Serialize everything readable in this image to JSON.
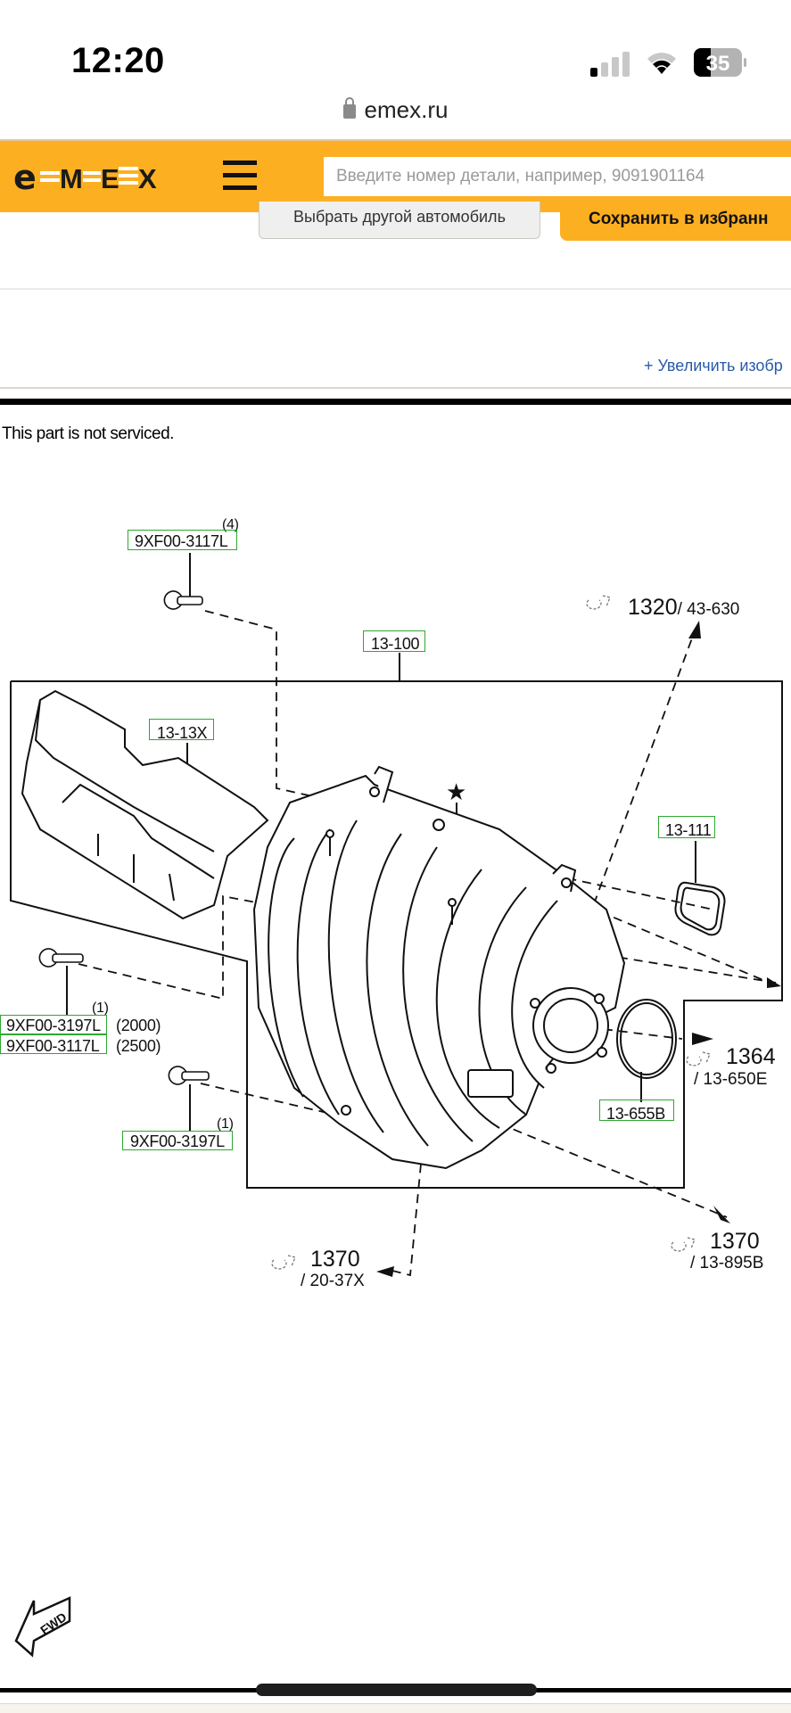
{
  "status_bar": {
    "time": "12:20",
    "signal_icon": "cellular-signal-icon",
    "signal_bars_active": 1,
    "signal_bars_total": 4,
    "wifi_icon": "wifi-icon",
    "battery_icon": "battery-icon",
    "battery_level": "35"
  },
  "browser": {
    "url": "emex.ru",
    "lock_icon": "lock-icon"
  },
  "header": {
    "brand": "emex",
    "brand_color": "#fdaf22",
    "menu_icon": "hamburger-menu-icon",
    "search_placeholder": "Введите номер детали, например, 9091901164",
    "search_value": ""
  },
  "actions": {
    "choose_car_label": "Выбрать другой автомобиль",
    "save_favorite_label": "Сохранить в избранн"
  },
  "zoom_link": "+ Увеличить изобр",
  "diagram": {
    "note": "This part is not serviced.",
    "parts": [
      {
        "id": "bolt-top",
        "number": "9XF00-3117L",
        "qty": "(4)"
      },
      {
        "id": "manifold",
        "number": "13-100"
      },
      {
        "id": "cover",
        "number": "13-13X"
      },
      {
        "id": "gasket-top",
        "number": "13-111"
      },
      {
        "id": "bolt-left",
        "number": "9XF00-3197L",
        "qty": "(1)",
        "variant": "(2000)"
      },
      {
        "id": "bolt-left-alt",
        "number": "9XF00-3117L",
        "variant": "(2500)"
      },
      {
        "id": "bolt-lower",
        "number": "9XF00-3197L",
        "qty": "(1)"
      },
      {
        "id": "gasket-throttle",
        "number": "13-655B"
      }
    ],
    "references": [
      {
        "group": "1320",
        "part": "/ 43-630"
      },
      {
        "group": "1364",
        "part": "/ 13-650E"
      },
      {
        "group": "1370",
        "part": "/ 20-37X"
      },
      {
        "group": "1370",
        "part": "/ 13-895B"
      }
    ],
    "star_symbol": "★",
    "fwd_label": "FWD"
  }
}
